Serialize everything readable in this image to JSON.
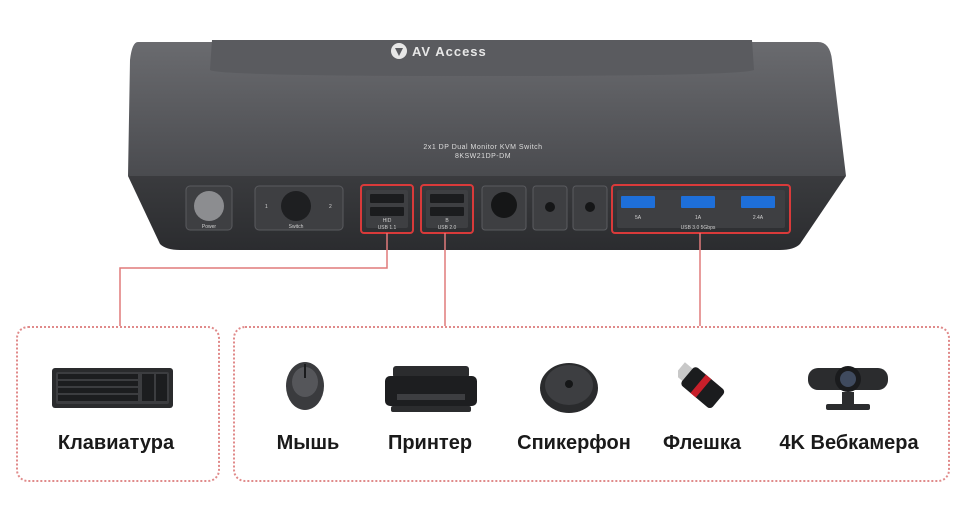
{
  "device": {
    "brand": "AV Access",
    "model_line1": "2x1 DP Dual Monitor KVM Switch",
    "model_line2": "8KSW21DP-DM",
    "port_labels": {
      "power": "Power",
      "switch": "Switch",
      "switch_left": "1",
      "switch_right": "2",
      "hid_port": "USB 1.1",
      "hid_sub": "HID",
      "usb20_port": "USB 2.0",
      "usb20_sub": "B",
      "usb3_group": "USB 3.0 5Gbps",
      "usb3_1": "5A",
      "usb3_2": "1A",
      "usb3_3": "2.4A"
    }
  },
  "peripherals": {
    "keyboard": "Клавиатура",
    "mouse": "Мышь",
    "printer": "Принтер",
    "speakerphone": "Спикерфон",
    "flash_drive": "Флешка",
    "webcam": "4K Вебкамера"
  },
  "colors": {
    "highlight": "#d93a3a",
    "connector": "#e07a7a",
    "device_body": "#4a4b4e",
    "usb3_blue": "#1e6fd9"
  }
}
